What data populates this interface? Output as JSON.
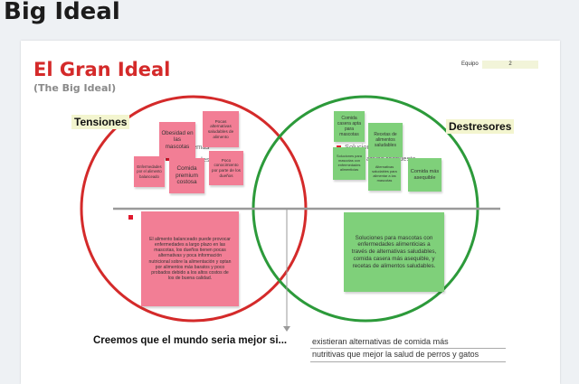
{
  "page": {
    "heading": "Big Ideal"
  },
  "board": {
    "title": "El Gran Ideal",
    "subtitle": "(The Big Ideal)",
    "team_label": "Equipo",
    "team_value": "2",
    "tensions_label": "Tensiones",
    "skills_label": "Destresores",
    "colors": {
      "red": "#d42a2a",
      "green": "#2c9a3a",
      "pink_note": "#f27e95",
      "green_note": "#7fd07a",
      "label_bg": "#f3f5cf"
    }
  },
  "ghost_texts": [
    "emas",
    "Dificultades",
    "ores",
    "Soluciones",
    "ativas respuesta"
  ],
  "tension_notes": [
    "Obesidad en las mascotas",
    "Pocas alternativas saludables de alimento",
    "Enfermedades por el alimento balanceado",
    "Comida premium costosa",
    "Poco conocimiento por parte de los dueños"
  ],
  "skill_notes": [
    "Comida casera apta para mascotas",
    "Recetas de alimentos saludables",
    "Soluciones para mascotas con enfermedades alimenticias",
    "Alternativas saludables para alimentar a las mascotas",
    "Comida más asequible"
  ],
  "summary_notes": {
    "tension": "El alimento balanceado puede provocar enfermedades a largo plazo en las mascotas, los dueños tienen pocas alternativas y poca información nutricional sobre la alimentación y optan por alimentos más baratos y poco probados debido a los altos costos de los de buena calidad.",
    "skill": "Soluciones para mascotas con enfermedades alimenticias a través de alternativas saludables, comida casera más asequible, y recetas de alimentos saludables."
  },
  "statement": {
    "prompt": "Creemos que el mundo seria mejor si...",
    "answer_line1": "existieran alternativas de comida más",
    "answer_line2": "nutritivas que mejor la salud de perros y gatos"
  }
}
